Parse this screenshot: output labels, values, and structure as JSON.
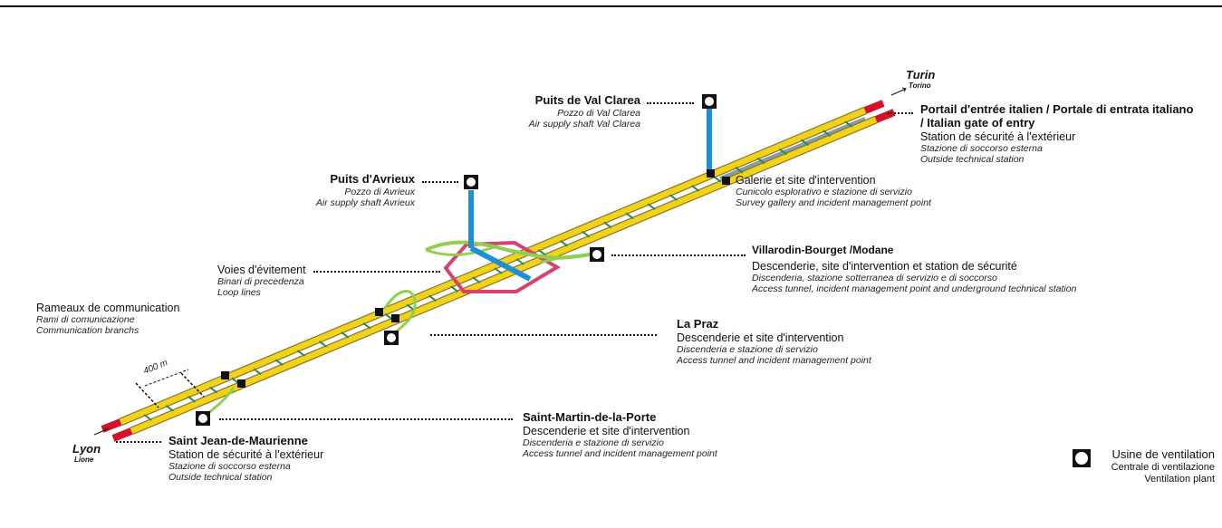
{
  "cities": {
    "turin": {
      "name": "Turin",
      "alt": "Torino"
    },
    "lyon": {
      "name": "Lyon",
      "alt": "Lione"
    }
  },
  "labels": {
    "val_clarea": {
      "title": "Puits de Val Clarea",
      "it": "Pozzo di Val Clarea",
      "en": "Air supply shaft Val Clarea"
    },
    "avrieux": {
      "title": "Puits d'Avrieux",
      "it": "Pozzo di Avrieux",
      "en": "Air supply shaft Avrieux"
    },
    "portail": {
      "title1": "Portail d'entrée italien / Portale di entrata italiano",
      "title2": "/ Italian gate of entry",
      "fr": "Station de sécurité à l'extérieur",
      "it": "Stazione di soccorso esterna",
      "en": "Outside technical station"
    },
    "galerie": {
      "fr": "Galerie et site d'intervention",
      "it": "Cunicolo esplorativo e stazione di servizio",
      "en": "Survey gallery and incident management point"
    },
    "villarodin": {
      "title": "Villarodin-Bourget /Modane",
      "fr": "Descenderie, site d'intervention et station de sécurité",
      "it": "Discenderia, stazione sotterranea di servizio e di soccorso",
      "en": "Access tunnel, incident management point and underground technical station"
    },
    "voies": {
      "fr": "Voies d'évitement",
      "it": "Binari di precedenza",
      "en": "Loop lines"
    },
    "rameaux": {
      "fr": "Rameaux de communication",
      "it": "Rami di comunicazione",
      "en": "Communication branchs"
    },
    "la_praz": {
      "title": "La Praz",
      "fr": "Descenderie et site d'intervention",
      "it": "Discenderia e stazione di servizio",
      "en": "Access tunnel and incident management point"
    },
    "distance": {
      "text": "400 m"
    },
    "saint_martin": {
      "title": "Saint-Martin-de-la-Porte",
      "fr": "Descenderie et site d'intervention",
      "it": "Discenderia e stazione di servizio",
      "en": "Access tunnel and incident management point"
    },
    "saint_jean": {
      "title": "Saint Jean-de-Maurienne",
      "fr": "Station de sécurité à l'extérieur",
      "it": "Stazione di soccorso esterna",
      "en": "Outside technical station"
    }
  },
  "legend": {
    "icon": "ventilation-plant-icon",
    "fr": "Usine de ventilation",
    "it": "Centrale di ventilazione",
    "en": "Ventilation plant"
  },
  "colors": {
    "tunnel_yellow": "#f3d21a",
    "tunnel_edge": "#8a7a2a",
    "cross_passage": "#2e8a4a",
    "portal_red": "#d2122a",
    "shaft_blue": "#1d8fd6",
    "loop_green": "#8fcf52",
    "loop_red": "#d7436e",
    "gallery_gray": "#8a97a6"
  }
}
